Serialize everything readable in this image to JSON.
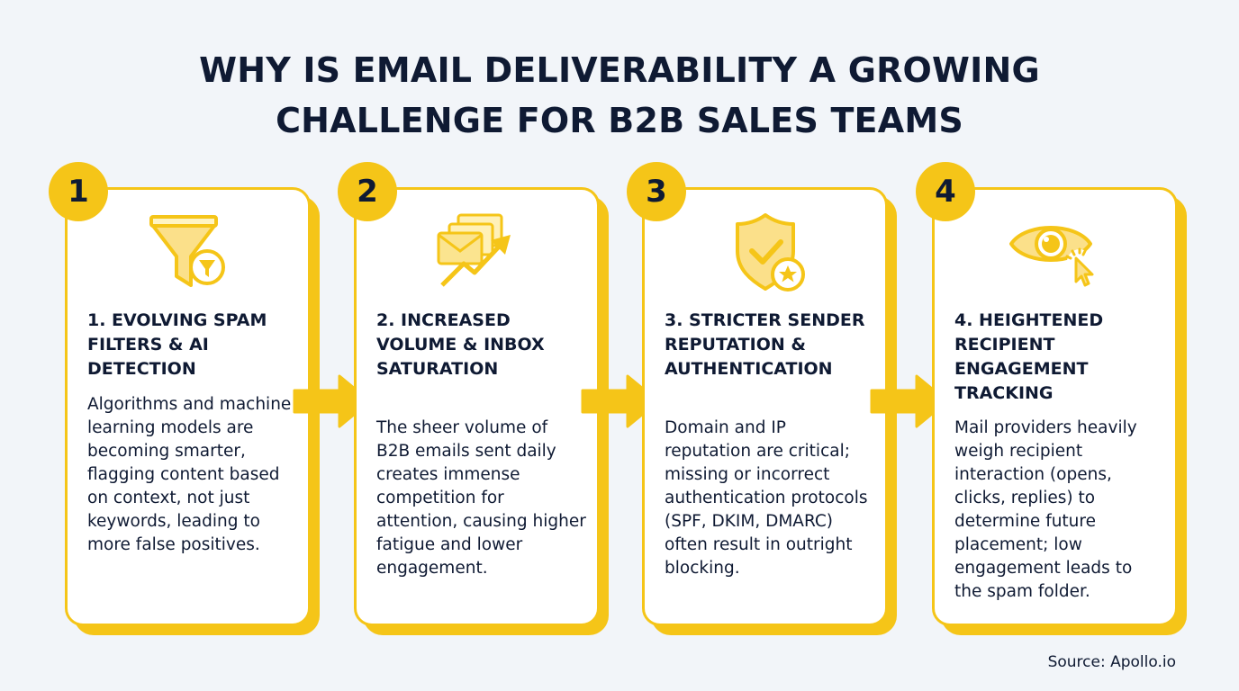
{
  "title": {
    "line1": "WHY IS EMAIL DELIVERABILITY A GROWING",
    "line2": "CHALLENGE FOR B2B SALES TEAMS"
  },
  "colors": {
    "accent": "#f5c518",
    "text": "#0f1a33",
    "background": "#f2f5f9",
    "card": "#ffffff"
  },
  "cards": [
    {
      "number": "1",
      "icon": "funnel-filter-icon",
      "title": "1. EVOLVING SPAM FILTERS & AI DETECTION",
      "body": "Algorithms and machine learning models are becoming smarter, flagging content based on context, not just keywords, leading to more false positives."
    },
    {
      "number": "2",
      "icon": "envelopes-trend-up-icon",
      "title": "2. INCREASED VOLUME & INBOX SATURATION",
      "body": "The sheer volume of B2B emails sent daily creates immense competition for attention, causing higher fatigue and lower engagement."
    },
    {
      "number": "3",
      "icon": "shield-check-star-icon",
      "title": "3. STRICTER SENDER REPUTATION & AUTHENTICATION",
      "body": "Domain and IP reputation are critical; missing or incorrect authentication protocols (SPF, DKIM, DMARC) often result in outright blocking."
    },
    {
      "number": "4",
      "icon": "eye-cursor-click-icon",
      "title": "4. HEIGHTENED RECIPIENT ENGAGEMENT TRACKING",
      "body": "Mail providers heavily weigh recipient interaction (opens, clicks, replies) to determine future placement; low engagement leads to the spam folder."
    }
  ],
  "source": "Source: Apollo.io"
}
